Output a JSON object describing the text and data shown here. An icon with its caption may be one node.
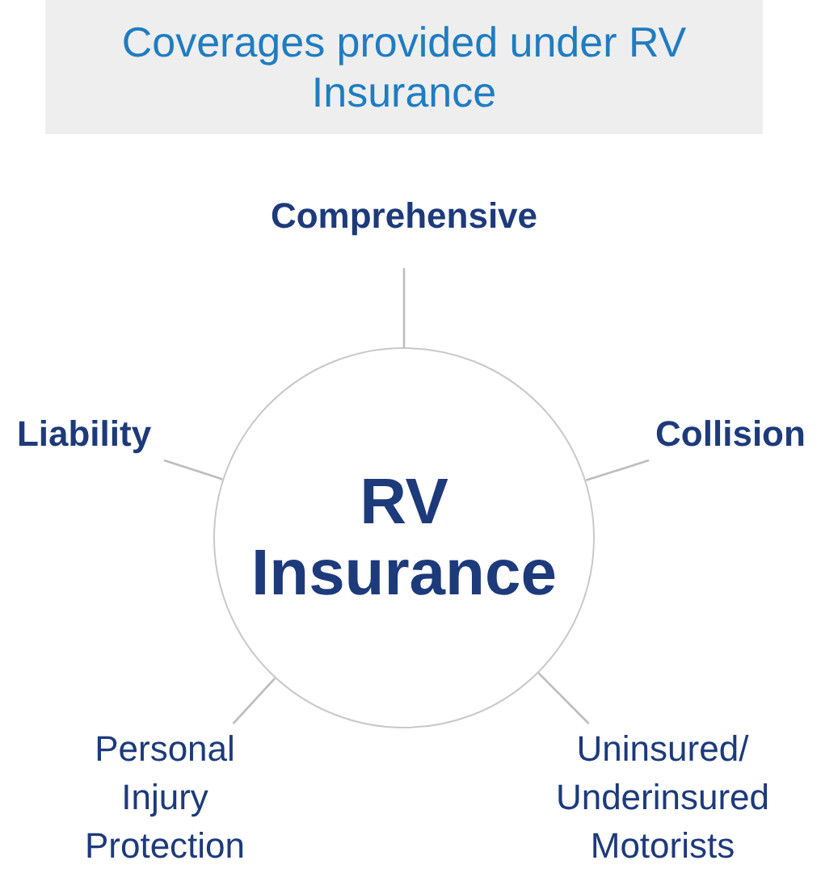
{
  "diagram": {
    "title": "Coverages provided under RV Insurance",
    "nodes": [
      {
        "text": [
          "RV Insurance"
        ]
      },
      {
        "text": [
          "Comprehensive"
        ]
      },
      {
        "text": [
          "Liability"
        ]
      },
      {
        "text": [
          "Collision"
        ]
      },
      {
        "text": [
          "Personal Injury Protection"
        ]
      },
      {
        "text": [
          "Uninsured/ Underinsured Motorists"
        ]
      }
    ],
    "edges": [
      {
        "from": 0,
        "to": 1,
        "arrow": "none"
      },
      {
        "from": 0,
        "to": 2,
        "arrow": "none"
      },
      {
        "from": 0,
        "to": 3,
        "arrow": "none"
      },
      {
        "from": 0,
        "to": 4,
        "arrow": "none"
      },
      {
        "from": 0,
        "to": 5,
        "arrow": "none"
      }
    ]
  }
}
